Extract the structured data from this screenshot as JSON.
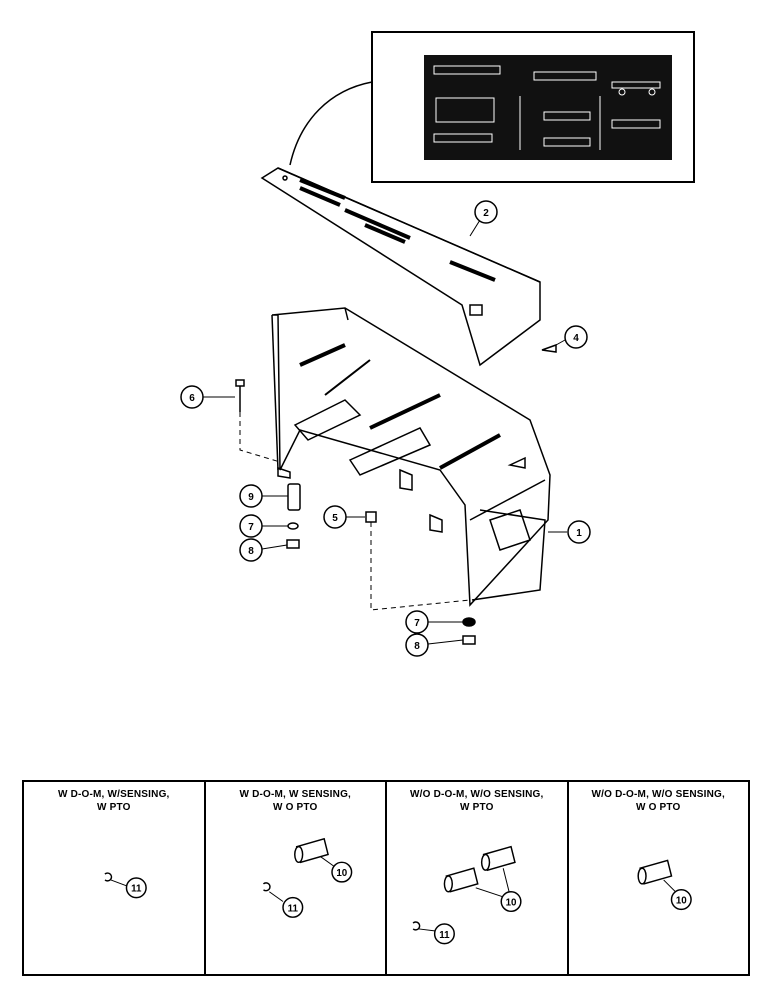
{
  "diagram": {
    "callouts": [
      "1",
      "2",
      "4",
      "5",
      "6",
      "7",
      "8",
      "9"
    ],
    "lower_callouts": {
      "seven": "7",
      "eight": "8"
    },
    "variants": [
      {
        "title_line1": "W D-O-M, W/SENSING,",
        "title_line2": "W PTO",
        "callouts": [
          "11"
        ]
      },
      {
        "title_line1": "W D-O-M, W SENSING,",
        "title_line2": "W O PTO",
        "callouts": [
          "11",
          "10"
        ]
      },
      {
        "title_line1": "W/O D-O-M, W/O SENSING,",
        "title_line2": "W PTO",
        "callouts": [
          "11",
          "10"
        ]
      },
      {
        "title_line1": "W/O D-O-M, W/O SENSING,",
        "title_line2": "W O PTO",
        "callouts": [
          "10"
        ]
      }
    ]
  }
}
